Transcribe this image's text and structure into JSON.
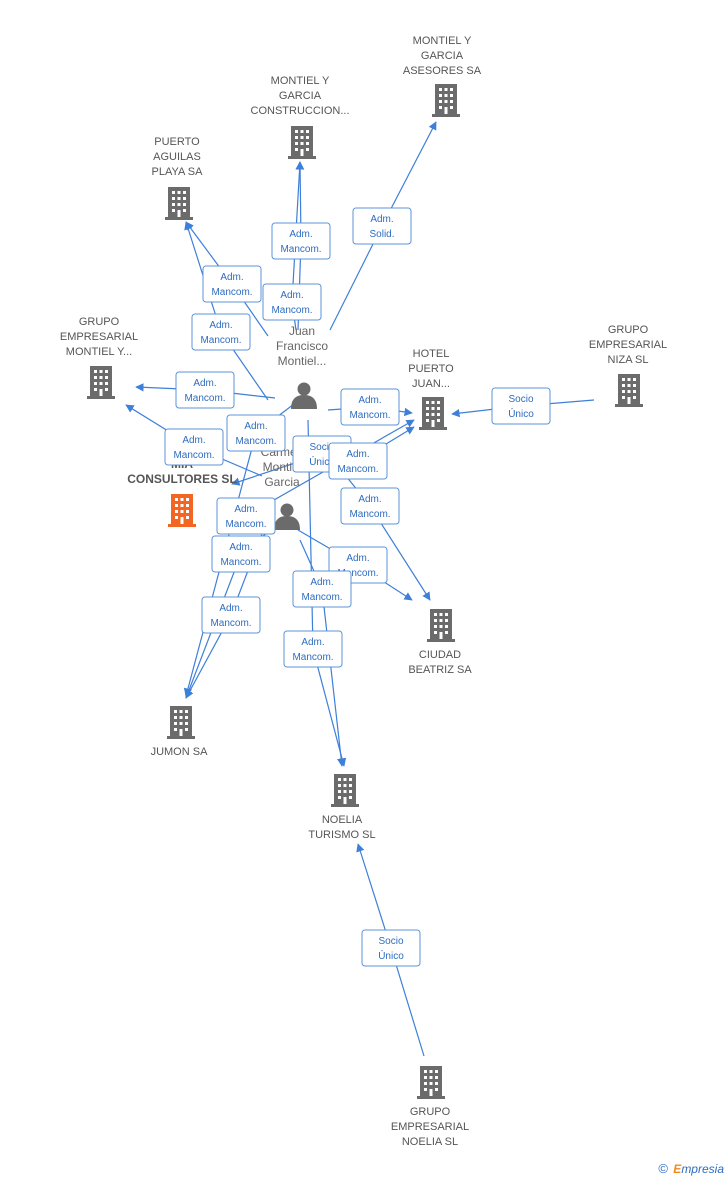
{
  "nodes": [
    {
      "id": "montiel-asesores",
      "kind": "company",
      "label": [
        "MONTIEL Y",
        "GARCIA",
        "ASESORES SA"
      ]
    },
    {
      "id": "montiel-construccion",
      "kind": "company",
      "label": [
        "MONTIEL Y",
        "GARCIA",
        "CONSTRUCCION..."
      ]
    },
    {
      "id": "puerto-aguilas",
      "kind": "company",
      "label": [
        "PUERTO",
        "AGUILAS",
        "PLAYA SA"
      ]
    },
    {
      "id": "grupo-montiel",
      "kind": "company",
      "label": [
        "GRUPO",
        "EMPRESARIAL",
        "MONTIEL Y..."
      ]
    },
    {
      "id": "hotel-puerto",
      "kind": "company",
      "label": [
        "HOTEL",
        "PUERTO",
        "JUAN..."
      ]
    },
    {
      "id": "grupo-niza",
      "kind": "company",
      "label": [
        "GRUPO",
        "EMPRESARIAL",
        "NIZA SL"
      ]
    },
    {
      "id": "main",
      "kind": "main",
      "label": [
        "MA",
        "MIA",
        "CONSULTORES SL"
      ]
    },
    {
      "id": "ciudad-beatriz",
      "kind": "company",
      "label": [
        "CIUDAD",
        "BEATRIZ SA"
      ]
    },
    {
      "id": "jumon",
      "kind": "company",
      "label": [
        "JUMON SA"
      ]
    },
    {
      "id": "noelia-turismo",
      "kind": "company",
      "label": [
        "NOELIA",
        "TURISMO  SL"
      ]
    },
    {
      "id": "grupo-noelia",
      "kind": "company",
      "label": [
        "GRUPO",
        "EMPRESARIAL",
        "NOELIA SL"
      ]
    },
    {
      "id": "juan",
      "kind": "person",
      "label": [
        "Juan",
        "Francisco",
        "Montiel..."
      ]
    },
    {
      "id": "carmen",
      "kind": "person",
      "label": [
        "Carmen",
        "Montiel",
        "Garcia"
      ]
    }
  ],
  "edges": [
    {
      "label": [
        "Adm.",
        "Solid."
      ]
    },
    {
      "label": [
        "Adm.",
        "Mancom."
      ]
    },
    {
      "label": [
        "Adm.",
        "Mancom."
      ]
    },
    {
      "label": [
        "Adm.",
        "Mancom."
      ]
    },
    {
      "label": [
        "Adm.",
        "Mancom."
      ]
    },
    {
      "label": [
        "Adm.",
        "Mancom."
      ]
    },
    {
      "label": [
        "Adm.",
        "Mancom."
      ]
    },
    {
      "label": [
        "Adm.",
        "Mancom."
      ]
    },
    {
      "label": [
        "Socio",
        "Único"
      ]
    },
    {
      "label": [
        "Adm.",
        "Mancom."
      ]
    },
    {
      "label": [
        "Socio",
        "Único"
      ]
    },
    {
      "label": [
        "Adm.",
        "Mancom."
      ]
    },
    {
      "label": [
        "Adm.",
        "Mancom."
      ]
    },
    {
      "label": [
        "Adm.",
        "Mancom."
      ]
    },
    {
      "label": [
        "Adm.",
        "Mancom."
      ]
    },
    {
      "label": [
        "Adm.",
        "Mancom."
      ]
    },
    {
      "label": [
        "Adm.",
        "Mancom."
      ]
    },
    {
      "label": [
        "Adm.",
        "Mancom."
      ]
    },
    {
      "label": [
        "Adm.",
        "Mancom."
      ]
    },
    {
      "label": [
        "Socio",
        "Único"
      ]
    }
  ],
  "colors": {
    "company_icon": "#6b6b6b",
    "main_icon": "#f26522",
    "edge": "#3d7fd9",
    "label_text": "#2e6cc0"
  },
  "watermark": {
    "copyright": "©",
    "brand_initial": "E",
    "brand_rest": "mpresia"
  }
}
